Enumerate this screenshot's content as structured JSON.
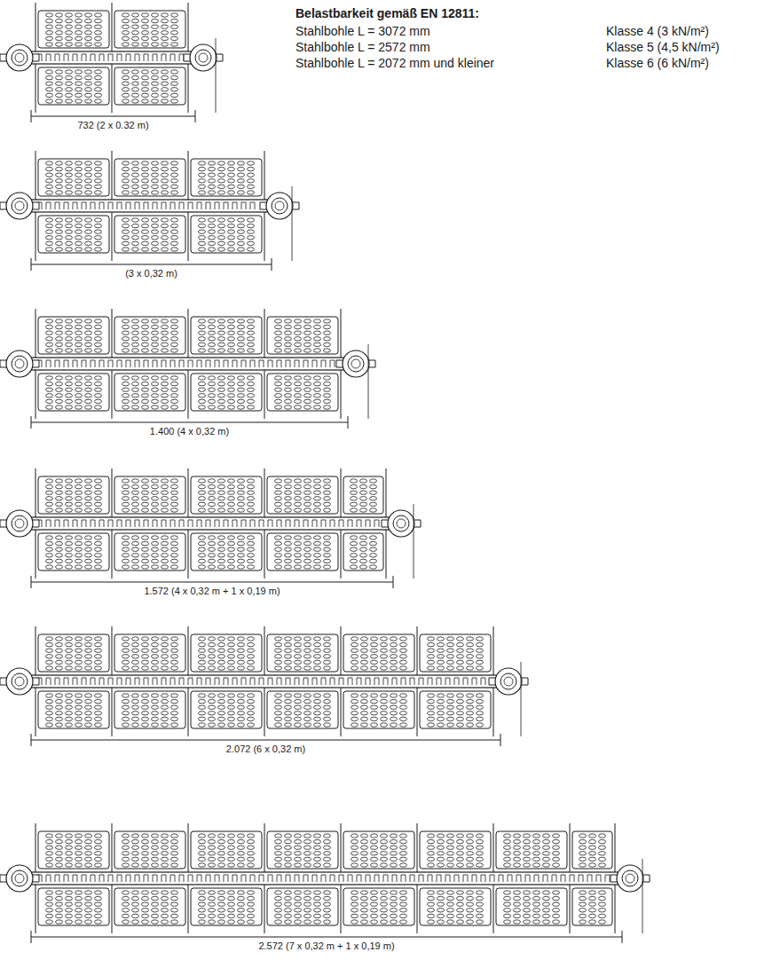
{
  "diagram": {
    "labels": [
      "Belastbarkeit gemäß EN 12811:",
      "Stahlbohle L = 3072 mm",
      "Klasse 4 (3 kN/m²)",
      "Stahlbohle L = 2572 mm",
      "Klasse 5 (4,5 kN/m²)",
      "Stahlbohle L = 2072 mm und kleiner",
      "Klasse 6 (6 kN/m²)",
      "732 (2 x 0.32 m)",
      "(3 x 0,32 m)",
      "1.400 (4 x 0,32 m)",
      "1.572 (4 x 0,32 m + 1 x 0,19 m)",
      "2.072 (6 x 0,32 m)",
      "2.572 (7 x 0,32 m + 1 x 0,19 m)"
    ]
  }
}
